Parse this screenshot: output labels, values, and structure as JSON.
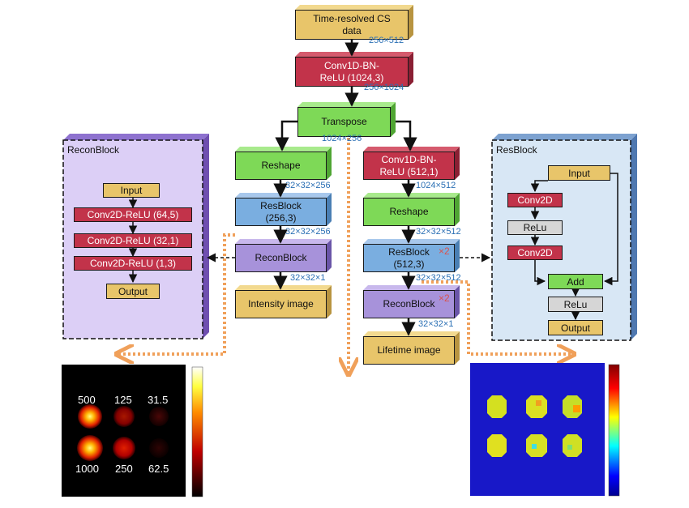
{
  "colors": {
    "yellow": "#e8c56a",
    "red": "#c2334a",
    "green": "#7ed957",
    "blue": "#7aaee0",
    "purple": "#a792da",
    "gray": "#d6d6d6",
    "recon_panel_bg": "#dccff6",
    "res_panel_bg": "#d8e7f5",
    "dim_text": "#2a6fb4",
    "dashed_orange": "#f0a05a"
  },
  "main": {
    "input": "Time-resolved CS\ndata",
    "conv1d": "Conv1D-BN-\nReLU (1024,3)",
    "transpose": "Transpose",
    "dims": {
      "after_input": "256×512",
      "after_conv1d": "256×1024",
      "after_transpose": "1024×256"
    }
  },
  "left_branch": {
    "reshape": "Reshape",
    "resblock": "ResBlock\n(256,3)",
    "reconblock": "ReconBlock",
    "output": "Intensity image",
    "dims": {
      "after_reshape": "32×32×256",
      "after_resblock": "32×32×256",
      "after_reconblock": "32×32×1"
    }
  },
  "right_branch": {
    "conv1d": "Conv1D-BN-\nReLU (512,1)",
    "reshape": "Reshape",
    "resblock": "ResBlock\n(512,3)",
    "reconblock": "ReconBlock",
    "output": "Lifetime image",
    "resblock_multiplier": "×2",
    "reconblock_multiplier": "×2",
    "dims": {
      "after_conv1d": "1024×512",
      "after_reshape": "32×32×512",
      "after_resblock": "32×32×512",
      "after_reconblock": "32×32×1"
    }
  },
  "recon_panel": {
    "title": "ReconBlock",
    "layers": [
      "Input",
      "Conv2D-ReLU (64,5)",
      "Conv2D-ReLU (32,1)",
      "Conv2D-ReLU (1,3)",
      "Output"
    ]
  },
  "res_panel": {
    "title": "ResBlock",
    "input": "Input",
    "conv_a": "Conv2D",
    "relu_a": "ReLu",
    "conv_b": "Conv2D",
    "add": "Add",
    "relu_b": "ReLu",
    "output": "Output"
  },
  "intensity_image": {
    "colormap": "hot",
    "top_labels": [
      "500",
      "125",
      "31.5"
    ],
    "bottom_labels": [
      "1000",
      "250",
      "62.5"
    ]
  },
  "lifetime_image": {
    "colormap": "jet"
  }
}
